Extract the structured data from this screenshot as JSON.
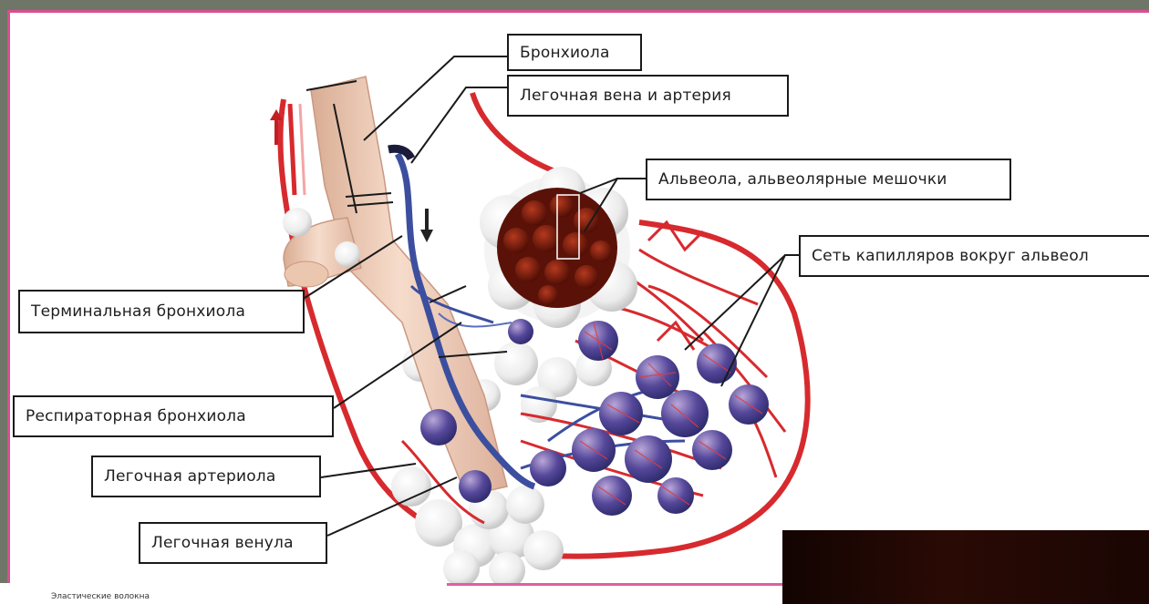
{
  "labels": {
    "bronchiole": "Бронхиола",
    "pulmonary_vein_artery": "Легочная вена и артерия",
    "alveolus_sacs": "Альвеола, альвеолярные мешочки",
    "capillary_network": "Сеть капилляров вокруг альвеол",
    "terminal_bronchiole": "Терминальная бронхиола",
    "respiratory_bronchiole": "Респираторная бронхиола",
    "pulmonary_arteriole": "Легочная артериола",
    "pulmonary_venule": "Легочная венула"
  },
  "bottom_caption": "Эластические волокна",
  "colors": {
    "frame_background": "#6f7668",
    "frame_accent": "#d6508f",
    "artery_red": "#d72a2e",
    "vein_blue": "#3c4f9f",
    "bronchiole_tan": "#f0cfb8",
    "alveolus_white": "#f1f1f1",
    "alveolus_interior": "#6b1408"
  }
}
